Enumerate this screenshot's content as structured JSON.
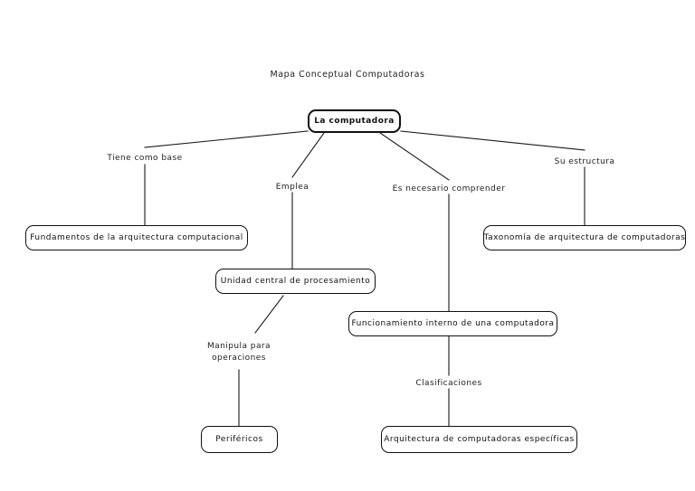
{
  "document": {
    "title": "Mapa Conceptual Computadoras"
  },
  "nodes": [
    {
      "id": "root",
      "label": "La computadora"
    },
    {
      "id": "fundamentos",
      "label": "Fundamentos de la arquitectura computacional"
    },
    {
      "id": "taxonomia",
      "label": "Taxonomía de arquitectura de computadoras"
    },
    {
      "id": "cpu",
      "label": "Unidad central de procesamiento"
    },
    {
      "id": "funcionamiento",
      "label": "Funcionamiento interno de una computadora"
    },
    {
      "id": "perifericos",
      "label": "Periféricos"
    },
    {
      "id": "arquitectura",
      "label": "Arquitectura de computadoras específicas"
    }
  ],
  "link_labels": [
    {
      "id": "tiene-como-base",
      "text": "Tiene como base"
    },
    {
      "id": "emplea",
      "text": "Emplea"
    },
    {
      "id": "es-necesario-comprender",
      "text": "Es necesario comprender"
    },
    {
      "id": "su-estructura",
      "text": "Su estructura"
    },
    {
      "id": "manipula-para",
      "text": "Manipula para"
    },
    {
      "id": "operaciones",
      "text": "operaciones"
    },
    {
      "id": "clasificaciones",
      "text": "Clasificaciones"
    }
  ],
  "colors": {
    "background": "#ffffff",
    "node_border": "#111111",
    "node_fill": "#ffffff",
    "text": "#111111",
    "edge": "#1a1a1a"
  }
}
